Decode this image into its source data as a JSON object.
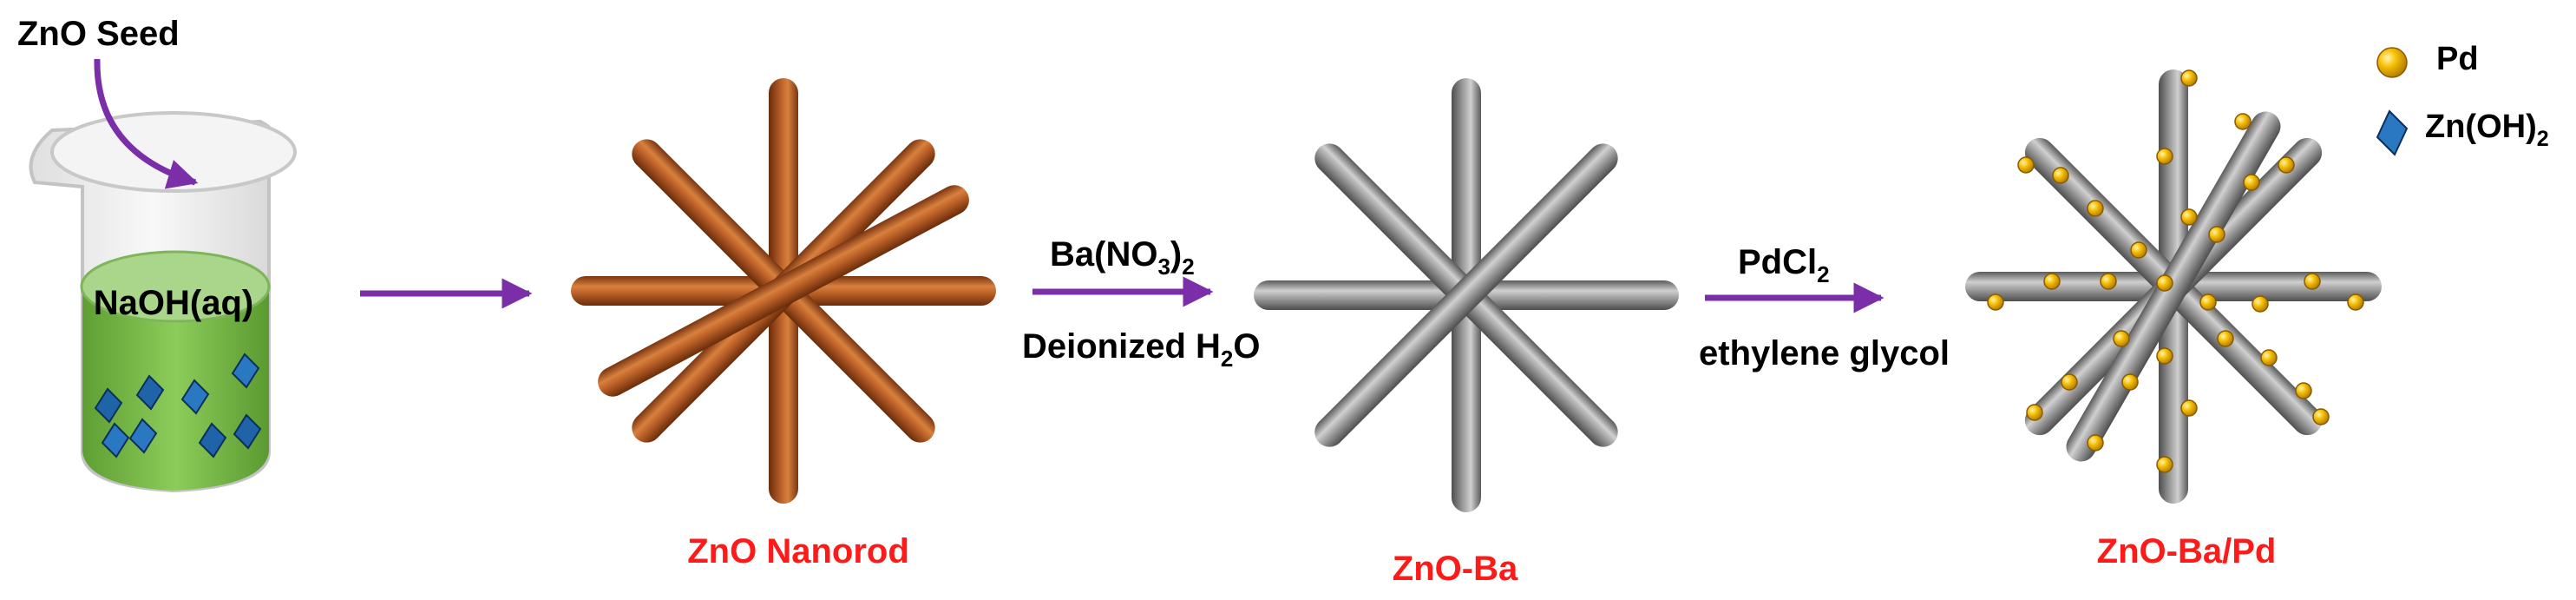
{
  "labels": {
    "zno_seed": "ZnO Seed",
    "naoh": "NaOH(aq)",
    "ba_no3_main": "Ba(NO",
    "ba_no3_sub": "3",
    "ba_no3_close": ")",
    "ba_no3_sub2": "2",
    "deionized_main": "Deionized H",
    "deionized_sub": "2",
    "deionized_end": "O",
    "pdcl_main": "PdCl",
    "pdcl_sub": "2",
    "ethylene_glycol": "ethylene glycol",
    "zno_nanorod": "ZnO Nanorod",
    "zno_ba": "ZnO-Ba",
    "zno_ba_pd": "ZnO-Ba/Pd"
  },
  "legend": {
    "pd": "Pd",
    "znoh_main": "Zn(OH)",
    "znoh_sub": "2"
  },
  "colors": {
    "arrow": "#7a2fa8",
    "nanorod": "#b85a1f",
    "gray_rod": "#8a8a8a",
    "pd_sphere": "#f2b400",
    "crystal": "#2b78c2",
    "solution": "#7dbb4a",
    "solution_top": "#a9d68a",
    "label_red": "#ff1a1a"
  }
}
